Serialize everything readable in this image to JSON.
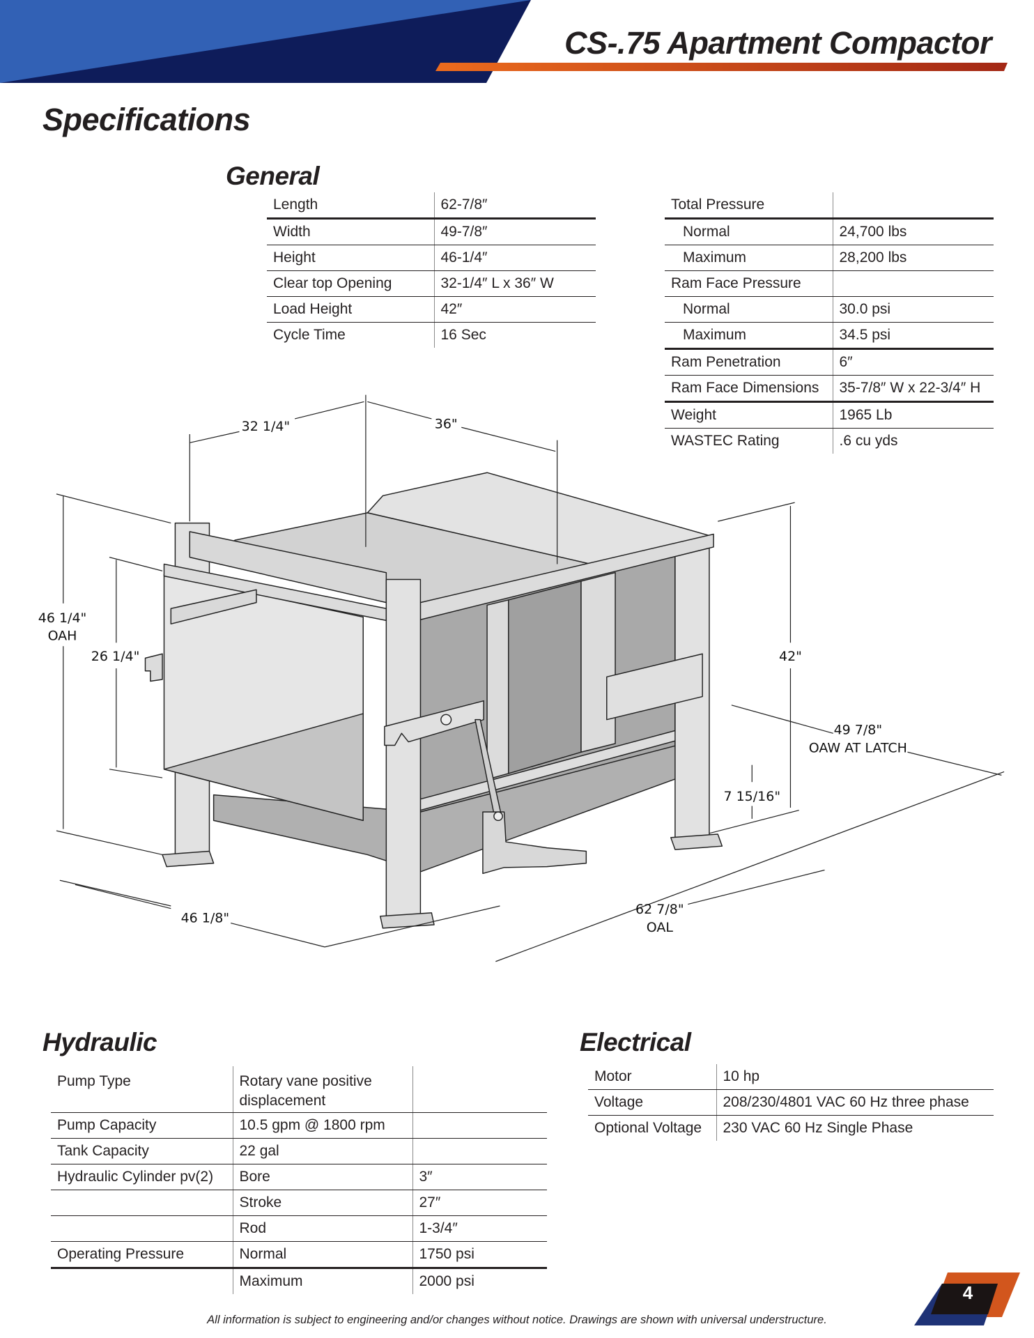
{
  "header": {
    "title": "CS-.75 Apartment Compactor",
    "colors": {
      "blue_light": "#3160b4",
      "blue_dark": "#0d1a55",
      "orange": "#e8691f",
      "red": "#a52a16"
    }
  },
  "page_heading": "Specifications",
  "general": {
    "heading": "General",
    "rows": [
      {
        "label": "Length",
        "value": "62-7/8″"
      },
      {
        "label": "Width",
        "value": "49-7/8″"
      },
      {
        "label": "Height",
        "value": "46-1/4″"
      },
      {
        "label": "Clear top Opening",
        "value": "32-1/4″ L x 36″ W"
      },
      {
        "label": "Load Height",
        "value": "42″"
      },
      {
        "label": "Cycle Time",
        "value": "16 Sec"
      }
    ]
  },
  "pressure": {
    "rows": [
      {
        "label": "Total Pressure",
        "value": ""
      },
      {
        "label": "Normal",
        "value": "24,700 lbs"
      },
      {
        "label": "Maximum",
        "value": "28,200 lbs"
      },
      {
        "label": "Ram Face Pressure",
        "value": ""
      },
      {
        "label": "Normal",
        "value": "30.0 psi"
      },
      {
        "label": "Maximum",
        "value": "34.5 psi"
      },
      {
        "label": "Ram Penetration",
        "value": "6″"
      },
      {
        "label": "Ram Face Dimensions",
        "value": "35-7/8″ W x 22-3/4″ H"
      },
      {
        "label": "Weight",
        "value": "1965 Lb"
      },
      {
        "label": "WASTEC Rating",
        "value": ".6 cu yds"
      }
    ]
  },
  "drawing": {
    "dims": {
      "open_length": "32 1/4\"",
      "open_width": "36\"",
      "height": "46 1/4\"",
      "height_note": "OAH",
      "box_height": "26 1/4\"",
      "load_height": "42\"",
      "width": "49 7/8\"",
      "width_note": "OAW AT LATCH",
      "clearance": "7 15/16\"",
      "depth": "46 1/8\"",
      "length": "62 7/8\"",
      "length_note": "OAL"
    }
  },
  "hydraulic": {
    "heading": "Hydraulic",
    "rows": [
      {
        "c1": "Pump Type",
        "c2": "Rotary vane positive displacement",
        "c3": ""
      },
      {
        "c1": "Pump Capacity",
        "c2": "10.5 gpm @ 1800 rpm",
        "c3": ""
      },
      {
        "c1": "Tank Capacity",
        "c2": "22 gal",
        "c3": ""
      },
      {
        "c1": "Hydraulic Cylinder pv(2)",
        "c2": "Bore",
        "c3": "3″"
      },
      {
        "c1": "",
        "c2": "Stroke",
        "c3": "27″"
      },
      {
        "c1": "",
        "c2": "Rod",
        "c3": "1-3/4″"
      },
      {
        "c1": "Operating Pressure",
        "c2": "Normal",
        "c3": "1750 psi"
      },
      {
        "c1": "",
        "c2": "Maximum",
        "c3": "2000 psi"
      }
    ]
  },
  "electrical": {
    "heading": "Electrical",
    "rows": [
      {
        "label": "Motor",
        "value": "10 hp"
      },
      {
        "label": "Voltage",
        "value": "208/230/4801 VAC 60 Hz three phase"
      },
      {
        "label": "Optional Voltage",
        "value": "230 VAC 60 Hz Single Phase"
      }
    ]
  },
  "footer": {
    "disclaimer": "All information is subject to engineering and/or changes without notice. Drawings are shown with universal understructure.",
    "page_number": "4"
  }
}
